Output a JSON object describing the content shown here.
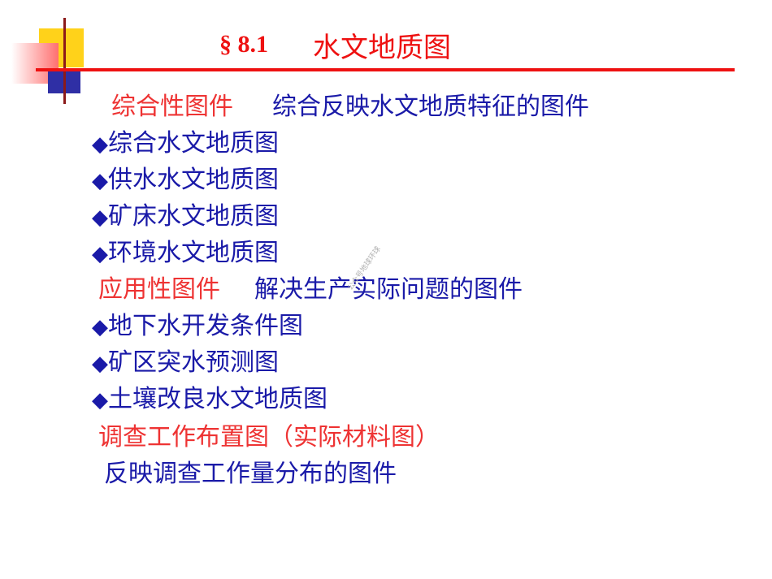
{
  "title": {
    "section": "§ 8.1",
    "name": "水文地质图"
  },
  "colors": {
    "red": "#ee3333",
    "blue": "#1a1aa8",
    "yellow": "#ffd21a",
    "navy": "#2f2fa5",
    "rule": "#ee1111"
  },
  "lines": [
    {
      "red": "综合性图件",
      "blue": "综合反映水文地质特征的图件"
    },
    {
      "bullet": "◆",
      "blue": "综合水文地质图"
    },
    {
      "bullet": "◆",
      "blue": "供水水文地质图"
    },
    {
      "bullet": "◆",
      "blue": "矿床水文地质图"
    },
    {
      "bullet": "◆",
      "blue": "环境水文地质图"
    },
    {
      "red": "应用性图件",
      "blue": "解决生产实际问题的图件"
    },
    {
      "bullet": "◆",
      "blue": "地下水开发条件图"
    },
    {
      "bullet": "◆",
      "blue": "矿区突水预测图"
    },
    {
      "bullet": "◆",
      "blue": "土壤改良水文地质图"
    },
    {
      "red": "调查工作布置图（实际材料图）"
    },
    {
      "blue": "反映调查工作量分布的图件"
    }
  ],
  "watermark": "公众号地球环球"
}
